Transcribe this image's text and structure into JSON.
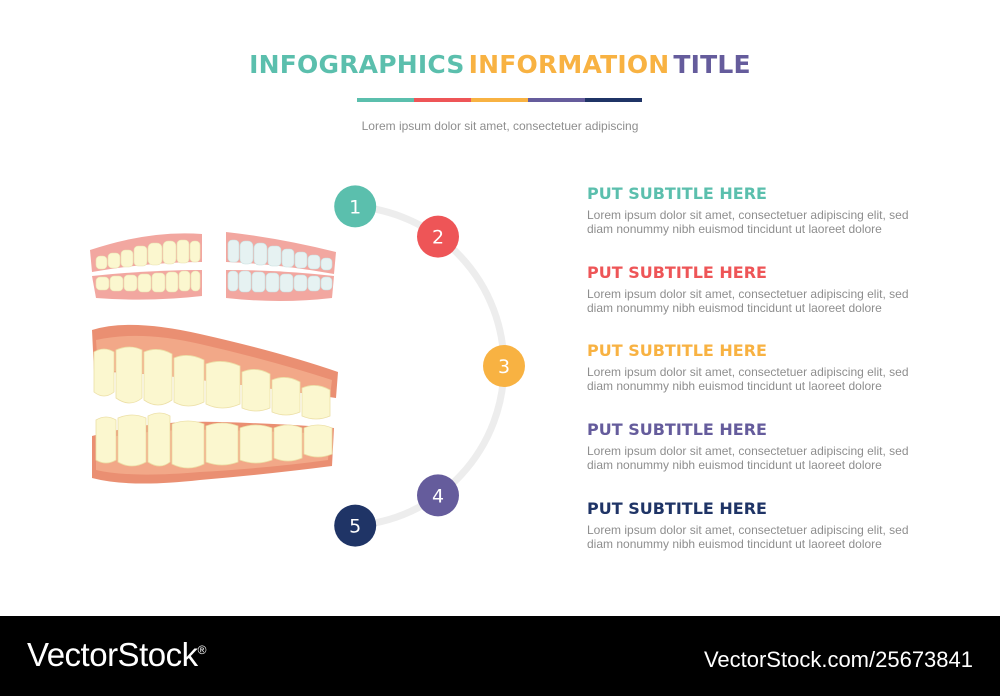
{
  "header": {
    "title_part1": "INFOGRAPHICS",
    "title_part2": "INFORMATION",
    "title_part3": "TITLE",
    "subtitle": "Lorem ipsum dolor sit amet, consectetuer adipiscing"
  },
  "colors": {
    "teal": "#5bbfad",
    "red": "#ee5557",
    "orange": "#f8b242",
    "purple": "#655c9c",
    "navy": "#1f3466",
    "arc": "#ededed",
    "gum": "#f2a7a0",
    "gum_dark": "#ea8f72",
    "tooth": "#fbf7cf",
    "tooth_blue": "#e6f2f2"
  },
  "steps": [
    {
      "number": "1",
      "color": "#5bbfad",
      "title": "PUT SUBTITLE HERE",
      "text": "Lorem ipsum dolor sit amet, consectetuer adipiscing elit, sed diam nonummy nibh euismod tincidunt ut laoreet dolore"
    },
    {
      "number": "2",
      "color": "#ee5557",
      "title": "PUT SUBTITLE HERE",
      "text": "Lorem ipsum dolor sit amet, consectetuer adipiscing elit, sed diam nonummy nibh euismod tincidunt ut laoreet dolore"
    },
    {
      "number": "3",
      "color": "#f8b242",
      "title": "PUT SUBTITLE HERE",
      "text": "Lorem ipsum dolor sit amet, consectetuer adipiscing elit, sed diam nonummy nibh euismod tincidunt ut laoreet dolore"
    },
    {
      "number": "4",
      "color": "#655c9c",
      "title": "PUT SUBTITLE HERE",
      "text": "Lorem ipsum dolor sit amet, consectetuer adipiscing elit, sed diam nonummy nibh euismod tincidunt ut laoreet dolore"
    },
    {
      "number": "5",
      "color": "#1f3466",
      "title": "PUT SUBTITLE HERE",
      "text": "Lorem ipsum dolor sit amet, consectetuer adipiscing elit, sed diam nonummy nibh euismod tincidunt ut laoreet dolore"
    }
  ],
  "footer": {
    "brand": "VectorStock",
    "registered_mark": "®",
    "url": "VectorStock.com/25673841"
  }
}
